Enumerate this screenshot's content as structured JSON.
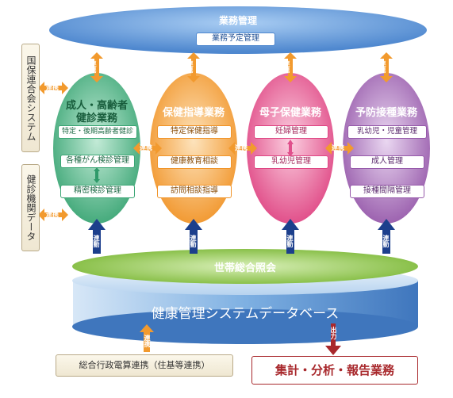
{
  "top": {
    "title": "業務管理",
    "sub": "業務予定管理"
  },
  "side": {
    "kokuho": "国保連合会システム",
    "kenshin": "健診機関データ"
  },
  "labels": {
    "renkei": "連携",
    "rendou": "連動",
    "shutsuryoku": "出力"
  },
  "adult": {
    "title_line1": "成人・高齢者",
    "title_line2": "健診業務",
    "items": [
      "特定・後期高齢者健診",
      "各種がん検診管理",
      "精密検診管理"
    ]
  },
  "health": {
    "title": "保健指導業務",
    "items": [
      "特定保健指導",
      "健康教育相談",
      "訪問相談指導"
    ]
  },
  "maternal": {
    "title": "母子保健業務",
    "items": [
      "妊婦管理",
      "乳幼児管理"
    ]
  },
  "vaccine": {
    "title": "予防接種業務",
    "items": [
      "乳幼児・児童管理",
      "成人管理",
      "接種間隔管理"
    ]
  },
  "household": "世帯総合照会",
  "database": "健康管理システムデータベース",
  "admin": "総合行政電算連携（住基等連携）",
  "report": "集計・分析・報告業務",
  "colors": {
    "top": "#5d92d3",
    "adult": "#3fab7a",
    "health": "#f39a32",
    "maternal": "#e2508a",
    "vaccine": "#9d60b0",
    "household": "#7fba3c",
    "database": "#4a80c5",
    "arrow_orange": "#f29a2e",
    "arrow_blue": "#1c3f8c",
    "report": "#a8282c"
  }
}
